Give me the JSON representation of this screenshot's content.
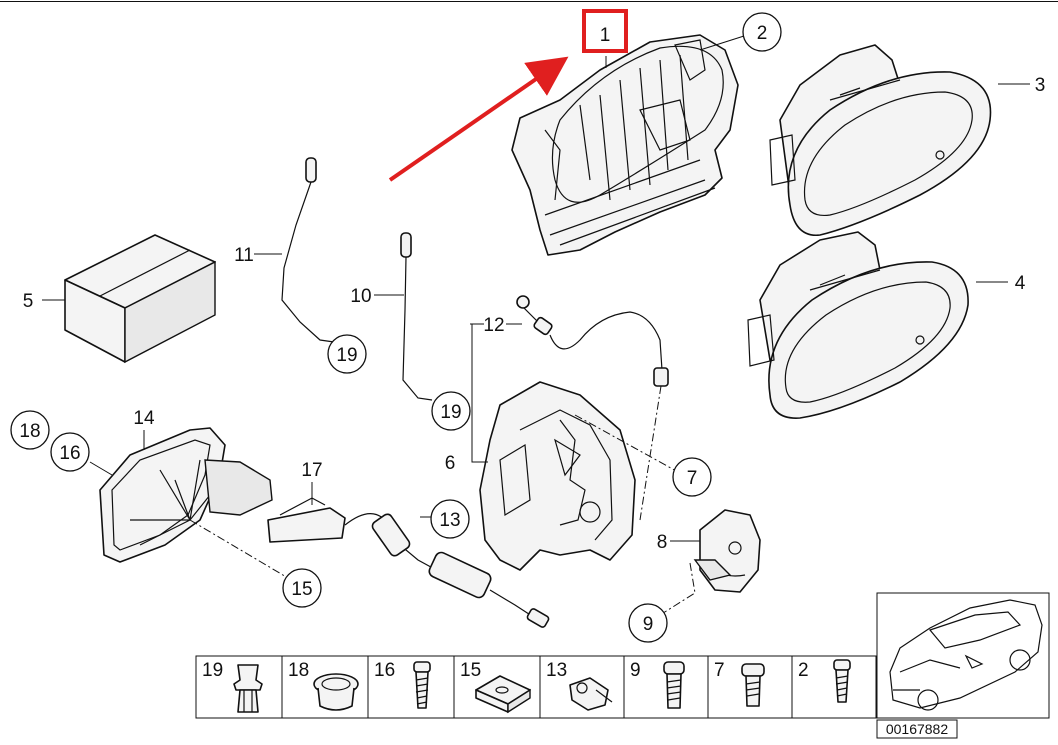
{
  "callouts": [
    {
      "label": "1",
      "shape": "box-highlight"
    },
    {
      "label": "2",
      "shape": "circle"
    },
    {
      "label": "3",
      "shape": "plain"
    },
    {
      "label": "4",
      "shape": "plain"
    },
    {
      "label": "5",
      "shape": "plain"
    },
    {
      "label": "6",
      "shape": "plain"
    },
    {
      "label": "7",
      "shape": "circle"
    },
    {
      "label": "8",
      "shape": "plain"
    },
    {
      "label": "9",
      "shape": "circle"
    },
    {
      "label": "10",
      "shape": "plain"
    },
    {
      "label": "11",
      "shape": "plain"
    },
    {
      "label": "12",
      "shape": "plain"
    },
    {
      "label": "13",
      "shape": "circle"
    },
    {
      "label": "14",
      "shape": "plain"
    },
    {
      "label": "15",
      "shape": "circle"
    },
    {
      "label": "16",
      "shape": "circle"
    },
    {
      "label": "17",
      "shape": "plain"
    },
    {
      "label": "18",
      "shape": "circle"
    },
    {
      "label": "19",
      "shape": "circle"
    },
    {
      "label": "19",
      "shape": "circle"
    }
  ],
  "parts_bar": {
    "cells": [
      {
        "label": "19",
        "icon": "clip-rivet-icon"
      },
      {
        "label": "18",
        "icon": "grommet-icon"
      },
      {
        "label": "16",
        "icon": "screw-icon"
      },
      {
        "label": "15",
        "icon": "spring-nut-icon"
      },
      {
        "label": "13",
        "icon": "cable-clip-icon"
      },
      {
        "label": "9",
        "icon": "torx-bolt-icon"
      },
      {
        "label": "7",
        "icon": "torx-bolt-icon"
      },
      {
        "label": "2",
        "icon": "torx-bolt-icon"
      }
    ]
  },
  "diagram_id": "00167882",
  "colors": {
    "highlight": "#e01f1f",
    "line": "#111111",
    "fill": "#f4f4f4"
  }
}
